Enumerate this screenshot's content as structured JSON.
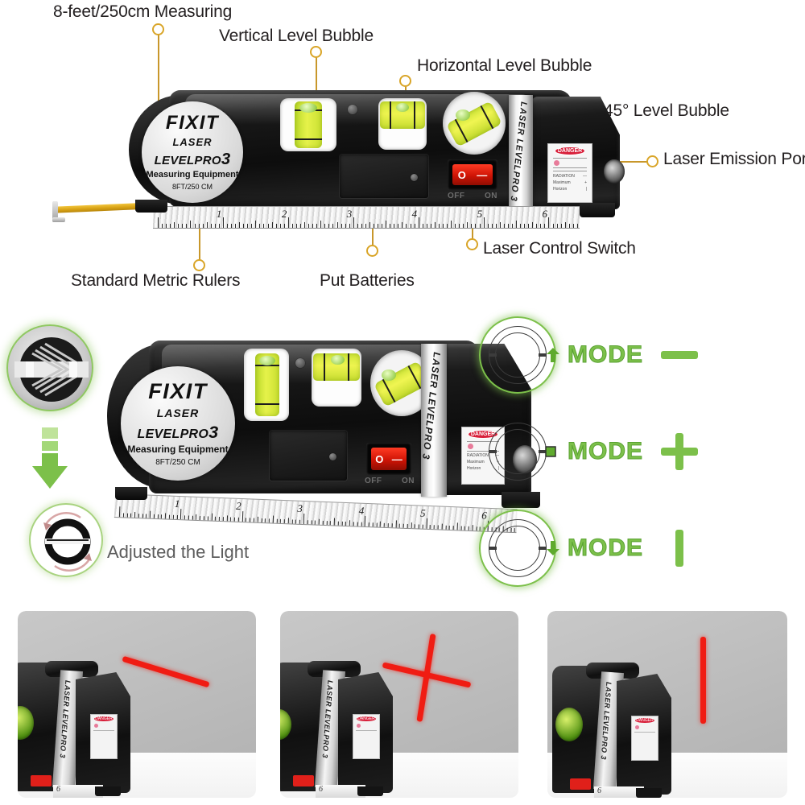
{
  "product": {
    "brand": "FIXIT",
    "sub_brand": "LASER",
    "model": "LEVELPRO",
    "model_number": "3",
    "tagline": "Measuring Equipment",
    "spec": "8FT/250 CM",
    "collar_text": "LASER LEVELPRO 3",
    "switch": {
      "off_label": "OFF",
      "on_label": "ON",
      "power_symbol": "O",
      "on_symbol": "—"
    },
    "danger": {
      "title": "DANGER",
      "lines": [
        "RADIATION",
        "Maximum",
        "Horizon"
      ]
    }
  },
  "callouts": [
    {
      "id": "measuring",
      "label": "8-feet/250cm Measuring"
    },
    {
      "id": "vertical",
      "label": "Vertical Level Bubble"
    },
    {
      "id": "horizontal",
      "label": "Horizontal Level Bubble"
    },
    {
      "id": "angle45",
      "label": "45° Level Bubble"
    },
    {
      "id": "emission",
      "label": "Laser Emission Port"
    },
    {
      "id": "switch",
      "label": "Laser Control Switch"
    },
    {
      "id": "batteries",
      "label": "Put Batteries"
    },
    {
      "id": "rulers",
      "label": "Standard Metric Rulers"
    }
  ],
  "ruler": {
    "unit_numbers": [
      "1",
      "2",
      "3",
      "4",
      "5",
      "6"
    ]
  },
  "modes": [
    {
      "id": "mode-horizontal",
      "label": "MODE",
      "marker": "arrow-up",
      "glyph": "horizontal-line"
    },
    {
      "id": "mode-cross",
      "label": "MODE",
      "marker": "square",
      "glyph": "cross"
    },
    {
      "id": "mode-vertical",
      "label": "MODE",
      "marker": "arrow-down",
      "glyph": "vertical-line"
    }
  ],
  "adjust": {
    "label": "Adjusted the Light",
    "zoom_icon": "laser-aperture-closeup",
    "arrow_icon": "green-down-arrow",
    "rotate_icon": "rotate-dial-icon"
  },
  "demos": [
    {
      "id": "demo-horizontal",
      "beam": "horizontal-line",
      "caption": ""
    },
    {
      "id": "demo-cross",
      "beam": "cross-line",
      "caption": ""
    },
    {
      "id": "demo-vertical",
      "beam": "vertical-line",
      "caption": ""
    }
  ],
  "colors": {
    "callout_gold": "#d9a528",
    "mode_green": "#7cc04a",
    "laser_red": "#f01c13",
    "bubble_green": "#d8ee43",
    "switch_red": "#cf1405",
    "text_dark": "#231f20",
    "text_gray": "#5c5c5c"
  }
}
